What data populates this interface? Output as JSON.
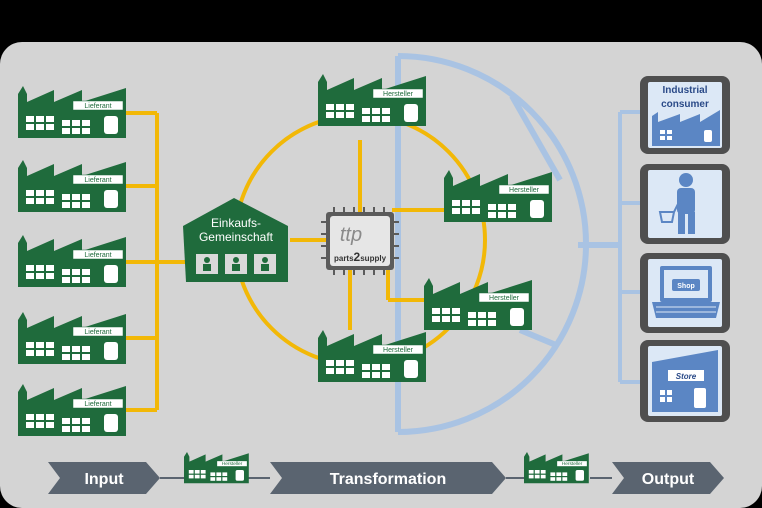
{
  "suppliers": {
    "label": "Lieferant"
  },
  "group": {
    "line1": "Einkaufs-",
    "line2": "Gemeinschaft"
  },
  "manufacturers": {
    "label": "Hersteller"
  },
  "hub": {
    "logo": "ttp",
    "name_prefix": "parts",
    "name_number": "2",
    "name_suffix": "supply"
  },
  "outputs": {
    "industrial_line1": "Industrial",
    "industrial_line2": "consumer",
    "shop": "Shop",
    "store": "Store"
  },
  "flow": {
    "input": "Input",
    "transformation": "Transformation",
    "output": "Output",
    "mini_label": "Hersteller"
  },
  "colors": {
    "background": "#000000",
    "panel": "#d4d4d4",
    "factory_green": "#1f6b3c",
    "connector_yellow": "#f2b807",
    "arc_blue": "#a9c3e3",
    "icon_blue": "#5b86c4",
    "arrow_gray": "#5a6470"
  }
}
